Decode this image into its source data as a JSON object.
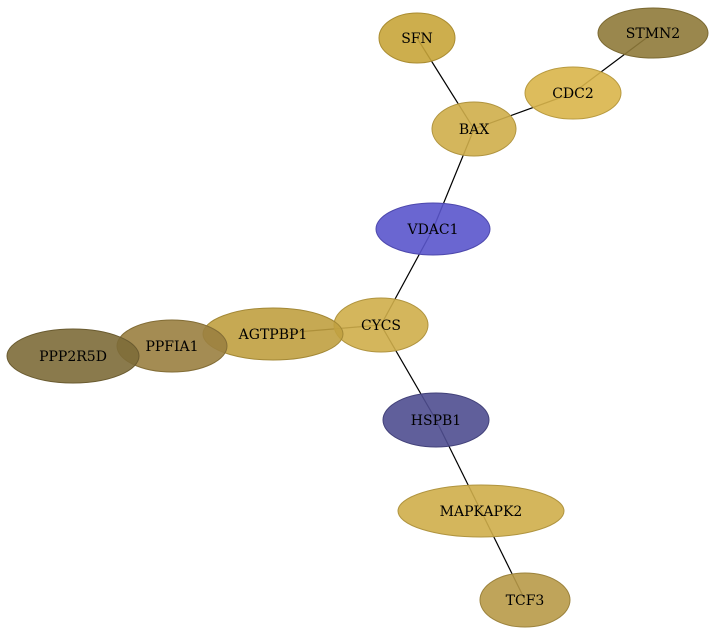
{
  "network": {
    "nodes": [
      {
        "id": "SFN",
        "label": "SFN",
        "color": "#c8a53a"
      },
      {
        "id": "STMN2",
        "label": "STMN2",
        "color": "#8f7a3a"
      },
      {
        "id": "CDC2",
        "label": "CDC2",
        "color": "#d9b54a"
      },
      {
        "id": "BAX",
        "label": "BAX",
        "color": "#cfae4a"
      },
      {
        "id": "VDAC1",
        "label": "VDAC1",
        "color": "#5a55cc"
      },
      {
        "id": "CYCS",
        "label": "CYCS",
        "color": "#cfae4a"
      },
      {
        "id": "AGTPBP1",
        "label": "AGTPBP1",
        "color": "#c0a040"
      },
      {
        "id": "PPFIA1",
        "label": "PPFIA1",
        "color": "#9a8040"
      },
      {
        "id": "PPP2R5D",
        "label": "PPP2R5D",
        "color": "#7d6b38"
      },
      {
        "id": "HSPB1",
        "label": "HSPB1",
        "color": "#4f4e90"
      },
      {
        "id": "MAPKAPK2",
        "label": "MAPKAPK2",
        "color": "#cfae4a"
      },
      {
        "id": "TCF3",
        "label": "TCF3",
        "color": "#b89a48"
      }
    ],
    "edges": [
      {
        "source": "SFN",
        "target": "BAX"
      },
      {
        "source": "STMN2",
        "target": "CDC2"
      },
      {
        "source": "CDC2",
        "target": "BAX"
      },
      {
        "source": "BAX",
        "target": "VDAC1"
      },
      {
        "source": "VDAC1",
        "target": "CYCS"
      },
      {
        "source": "CYCS",
        "target": "AGTPBP1"
      },
      {
        "source": "CYCS",
        "target": "HSPB1"
      },
      {
        "source": "HSPB1",
        "target": "MAPKAPK2"
      },
      {
        "source": "MAPKAPK2",
        "target": "TCF3"
      }
    ]
  }
}
